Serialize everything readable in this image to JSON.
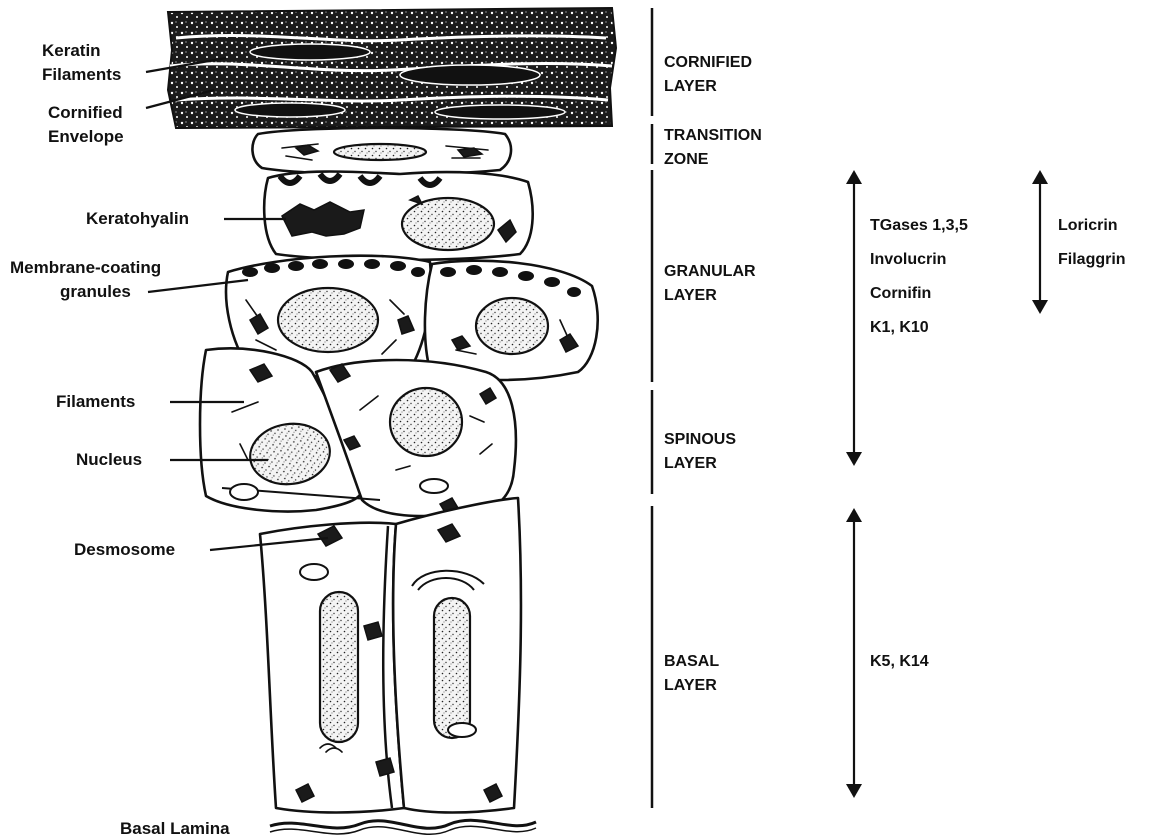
{
  "left_labels": {
    "keratin_filaments": [
      "Keratin",
      "Filaments"
    ],
    "cornified_envelope": [
      "Cornified",
      "Envelope"
    ],
    "keratohyalin": "Keratohyalin",
    "membrane_coating_granules": [
      "Membrane-coating",
      "granules"
    ],
    "filaments": "Filaments",
    "nucleus": "Nucleus",
    "desmosome": "Desmosome",
    "basal_lamina": "Basal Lamina"
  },
  "layers": {
    "cornified": [
      "CORNIFIED",
      "LAYER"
    ],
    "transition": [
      "TRANSITION",
      "ZONE"
    ],
    "granular": [
      "GRANULAR",
      "LAYER"
    ],
    "spinous": [
      "SPINOUS",
      "LAYER"
    ],
    "basal": [
      "BASAL",
      "LAYER"
    ]
  },
  "expression": {
    "upper_range": [
      "TGases 1,3,5",
      "Involucrin",
      "Cornifin",
      "K1, K10"
    ],
    "granular_range": [
      "Loricrin",
      "Filaggrin"
    ],
    "basal_range": [
      "K5, K14"
    ]
  }
}
